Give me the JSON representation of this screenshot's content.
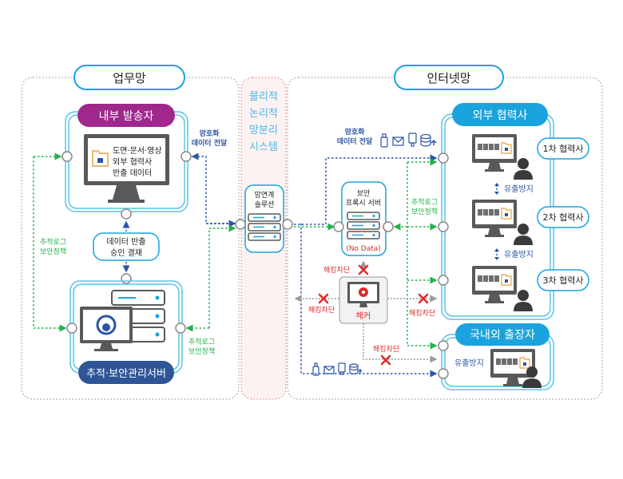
{
  "zones": {
    "internal": {
      "label": "업무망"
    },
    "separation": {
      "lines": [
        "물리적",
        "논리적",
        "망분리",
        "시스템"
      ]
    },
    "internet": {
      "label": "인터넷망"
    }
  },
  "internal": {
    "sender_badge": "내부 발송자",
    "sender_screen_lines": [
      "도면·문서·영상",
      "외부 협력사",
      "반출 데이터"
    ],
    "approval_lines": [
      "데이터 반출",
      "승인 결재"
    ],
    "server_badge": "추적·보안관리서버",
    "encrypted_label_lines": [
      "암호화",
      "데이터 전달"
    ],
    "tracking_left_lines": [
      "추적로그",
      "보안정책"
    ],
    "tracking_right_lines": [
      "추적로그",
      "보안정책"
    ]
  },
  "gateway": {
    "label_lines": [
      "망연계",
      "솔루션"
    ]
  },
  "internet": {
    "encrypted_label_lines": [
      "암호화",
      "데이터 전달"
    ],
    "proxy_label_lines": [
      "보안",
      "프록시 서버"
    ],
    "proxy_note": "(No Data)",
    "tracking_lines": [
      "추적로그",
      "보안정책"
    ],
    "hacker_label": "해커",
    "block_label": "해킹차단",
    "partners_badge": "외부 협력사",
    "partner_tiers": [
      "1차 협력사",
      "2차 협력사",
      "3차 협력사"
    ],
    "leak_prevention": "유출방지",
    "traveler_badge": "국내외 출장자"
  },
  "media_icons": [
    "usb-icon",
    "mail-icon",
    "usb-drive-icon",
    "database-upload-icon"
  ],
  "colors": {
    "purple": "#a0278c",
    "navy": "#2f5597",
    "cyan": "#1aa3dd",
    "blue_arrow": "#2b55a6",
    "green_arrow": "#22b14c",
    "gray_arrow": "#9a9a9a",
    "red": "#e02a2a",
    "monitor": "#58595b",
    "folder": "#e8a33d"
  }
}
